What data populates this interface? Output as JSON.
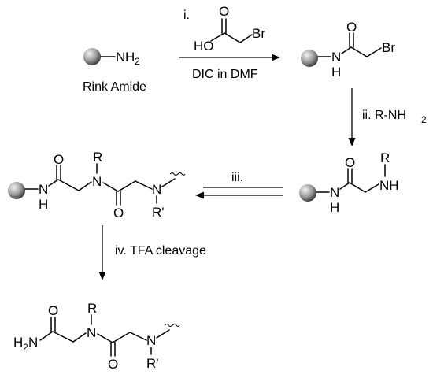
{
  "atoms": {
    "N": "N",
    "H": "H",
    "O": "O",
    "R": "R",
    "R_prime": "R'",
    "HO": "HO",
    "Br": "Br",
    "NH2_main": "NH",
    "NH2_sub": "2",
    "H2N_main": "H",
    "H2N_sub": "2",
    "H2N_tail": "N"
  },
  "labels": {
    "resin": "Rink Amide",
    "step1": "i.",
    "step1_reagent": "DIC in DMF",
    "step2": "ii. R-NH",
    "step2_sub": "2",
    "step3": "iii.",
    "step4": "iv. TFA cleavage"
  },
  "colors": {
    "bead_light": "#eeeeee",
    "bead_dark": "#3a3a3a",
    "ink": "#000000"
  }
}
